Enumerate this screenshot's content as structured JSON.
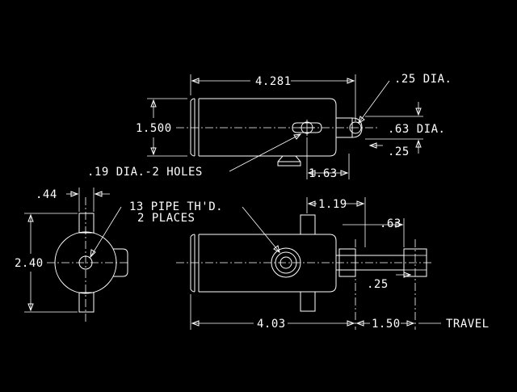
{
  "drawing": {
    "background_color": "#000000",
    "line_color": "#ffffff",
    "top_view": {
      "dim_overall_length": "4.281",
      "dim_body_diameter": "1.500",
      "dim_pin_hole": ".25 DIA.",
      "dim_clevis_diameter": ".63 DIA.",
      "dim_clevis_offset": ".25",
      "dim_port_offset": "1.63",
      "note_mounting_holes": ".19 DIA.-2 HOLES"
    },
    "end_view": {
      "dim_port_width": ".44",
      "dim_height": "2.40"
    },
    "side_view": {
      "dim_port_spacing": "1.19",
      "dim_clevis_length": ".63",
      "dim_pin_offset": ".25",
      "dim_body_length": "4.03",
      "dim_stroke": "1.50",
      "label_travel": "TRAVEL",
      "note_ports_line1": "13 PIPE TH'D.",
      "note_ports_line2": "2 PLACES"
    }
  }
}
